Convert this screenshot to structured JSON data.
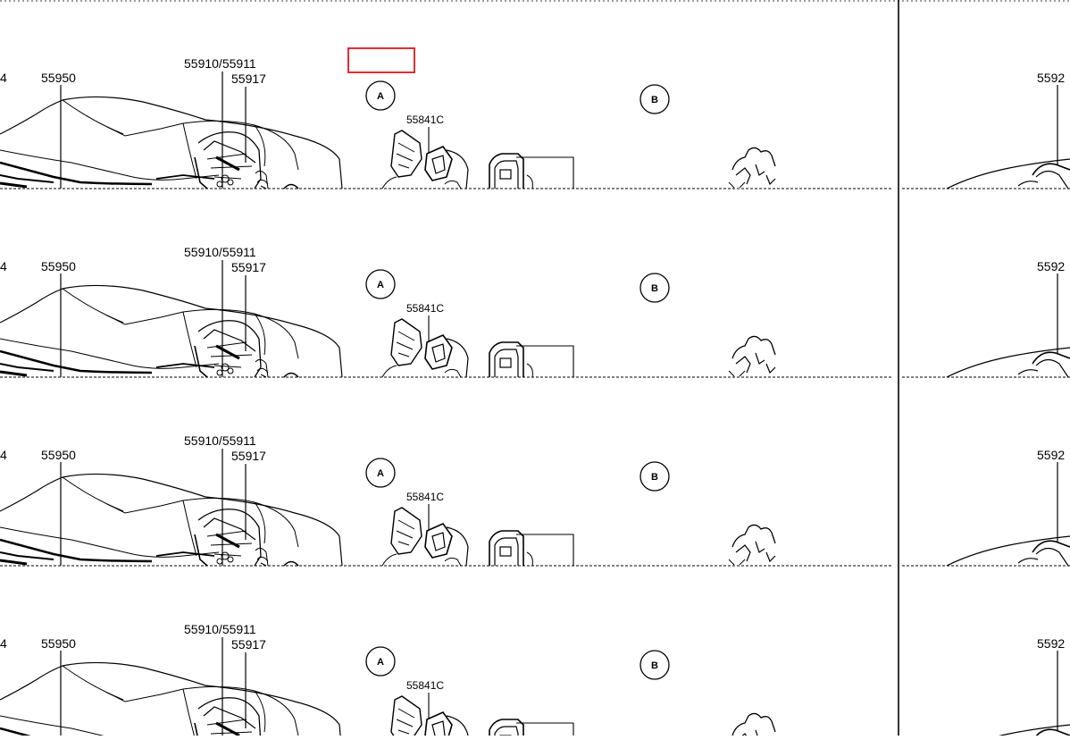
{
  "diagram": {
    "strip_count": 4,
    "labels": {
      "part_left_edge": "4",
      "part_55950": "55950",
      "part_55910_55911": "55910/55911",
      "part_55917": "55917",
      "part_55841C": "55841C",
      "part_right_edge": "5592",
      "callout_a": "A",
      "callout_b": "B"
    },
    "highlight_box": {
      "color": "#e0141e",
      "visible": true
    },
    "line_color": "#000000",
    "background": "#ffffff"
  }
}
